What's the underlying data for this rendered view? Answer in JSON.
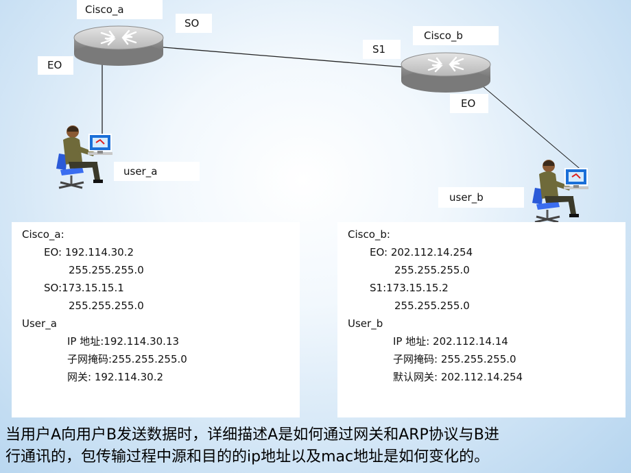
{
  "diagram": {
    "router_a_label": "Cisco_a",
    "router_a_s0_label": "SO",
    "router_a_e0_label": "EO",
    "router_b_label": "Cisco_b",
    "router_b_s1_label": "S1",
    "router_b_e0_label": "EO",
    "user_a_label": "user_a",
    "user_b_label": "user_b"
  },
  "panel_a": {
    "lines": [
      "Cisco_a:",
      "EO: 192.114.30.2",
      "255.255.255.0",
      "SO:173.15.15.1",
      "255.255.255.0",
      "User_a",
      "IP 地址:192.114.30.13",
      "子网掩码:255.255.255.0",
      "网关: 192.114.30.2"
    ]
  },
  "panel_b": {
    "lines": [
      "Cisco_b:",
      "EO: 202.112.14.254",
      "255.255.255.0",
      "S1:173.15.15.2",
      "255.255.255.0",
      "User_b",
      "IP 地址: 202.112.14.14",
      "子网掩码: 255.255.255.0",
      "默认网关: 202.112.14.254"
    ]
  },
  "question": {
    "line1": "当用户A向用户B发送数据时，详细描述A是如何通过网关和ARP协议与B进",
    "line2": "行通讯的，包传输过程中源和目的的ip地址以及mac地址是如何变化的。"
  }
}
